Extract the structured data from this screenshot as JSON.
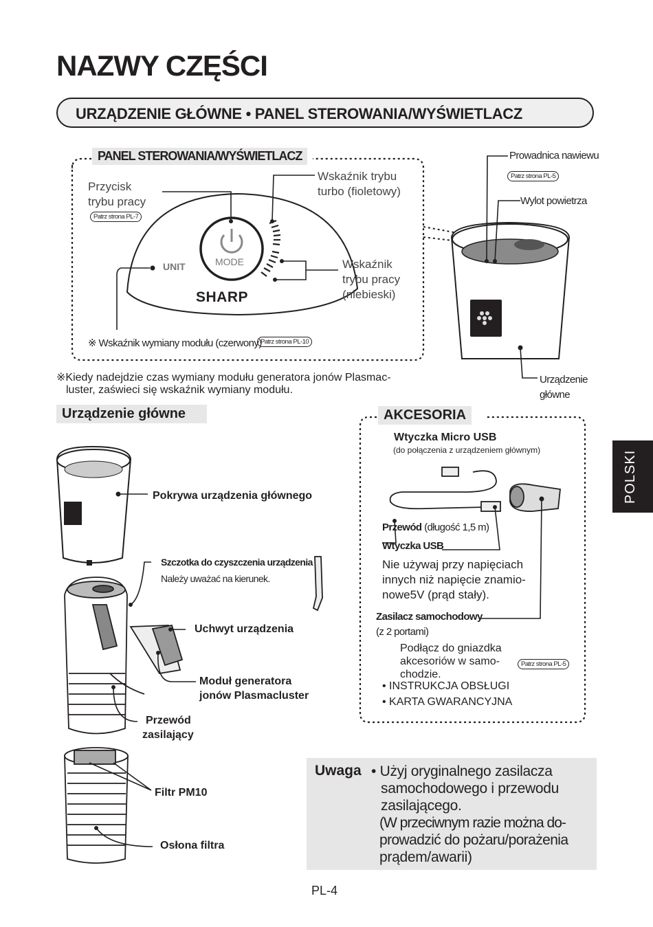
{
  "page": {
    "title": "NAZWY CZĘŚCI",
    "banner": "URZĄDZENIE GŁÓWNE • PANEL STEROWANIA/WYŚWIETLACZ",
    "page_number": "PL-4",
    "side_tab": "POLSKI"
  },
  "panel": {
    "heading": "PANEL STEROWANIA/WYŚWIETLACZ",
    "mode_button_l1": "Przycisk",
    "mode_button_l2": "trybu pracy",
    "mode_button_ref": "Patrz strona PL-7",
    "turbo_l1": "Wskaźnik trybu",
    "turbo_l2": "turbo (fioletowy)",
    "op_l1": "Wskaźnik",
    "op_l2": "trybu pracy",
    "op_l3": "(niebieski)",
    "unit": "UNIT",
    "mode": "MODE",
    "brand": "SHARP",
    "unit_note": "※ Wskaźnik wymiany modułu (czerwony)",
    "unit_note_ref": "Patrz strona PL-10"
  },
  "right_unit": {
    "guide": "Prowadnica nawiewu",
    "guide_ref": "Patrz strona PL-5",
    "outlet": "Wylot powietrza",
    "main_l1": "Urządzenie",
    "main_l2": "główne"
  },
  "footnote": {
    "l1": "※Kiedy nadejdzie czas wymiany modułu generatora jonów Plasmac-",
    "l2": "luster, zaświeci się wskaźnik wymiany modułu."
  },
  "main_unit": {
    "heading": "Urządzenie główne",
    "cover": "Pokrywa urządzenia głównego",
    "brush": "Szczotka do czyszczenia urządzenia",
    "brush_note": "Należy uważać na kierunek.",
    "holder": "Uchwyt urządzenia",
    "module_l1": "Moduł generatora",
    "module_l2": "jonów Plasmacluster",
    "cord_l1": "Przewód",
    "cord_l2": "zasilający",
    "filter": "Filtr PM10",
    "filter_cover": "Osłona filtra"
  },
  "accessories": {
    "heading": "AKCESORIA",
    "micro_usb": "Wtyczka Micro USB",
    "micro_usb_note": "(do połączenia z urządzeniem głównym)",
    "cable_bold": "Przewód",
    "cable_len": "(długość 1,5 m)",
    "usb_plug": "Wtyczka USB",
    "warn_l1": "Nie używaj przy napięciach",
    "warn_l2": "innych niż napięcie znamio-",
    "warn_l3": "nowe5V (prąd stały).",
    "car_adapter": "Zasilacz samochodowy",
    "car_ports": "(z 2 portami)",
    "socket_l1": "Podłącz do gniazdka",
    "socket_l2": "akcesoriów w samo-",
    "socket_l3": "chodzie.",
    "socket_ref": "Patrz strona PL-5",
    "item1": "•  INSTRUKCJA OBSŁUGI",
    "item2": "•  KARTA GWARANCYJNA"
  },
  "caution": {
    "label": "Uwaga",
    "l1": "• Użyj oryginalnego zasilacza",
    "l2": "samochodowego i przewodu",
    "l3": "zasilającego.",
    "l4": "(W przeciwnym razie można do-",
    "l5": "prowadzić do pożaru/porażenia",
    "l6": "prądem/awarii)"
  }
}
